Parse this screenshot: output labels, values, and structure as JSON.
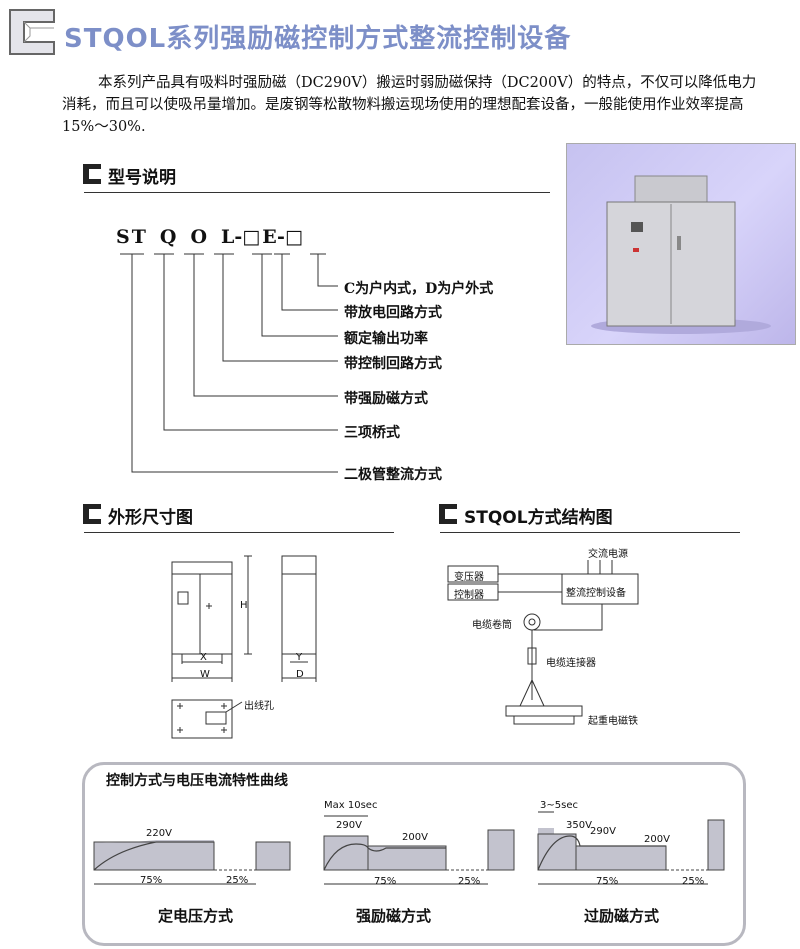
{
  "header": {
    "title": "STQOL系列强励磁控制方式整流控制设备"
  },
  "intro": {
    "text": "本系列产品具有吸料时强励磁（DC290V）搬运时弱励磁保持（DC200V）的特点，不仅可以降低电力消耗，而且可以使吸吊量增加。是废钢等松散物料搬运现场使用的理想配套设备，一般能使用作业效率提高15%～30%."
  },
  "model": {
    "title": "型号说明",
    "code": [
      "S",
      "T",
      "Q",
      "O",
      "L",
      "-",
      "□",
      "E",
      "-",
      "□"
    ],
    "labels": [
      "C为户内式，D为户外式",
      "带放电回路方式",
      "额定输出功率",
      "带控制回路方式",
      "带强励磁方式",
      "三项桥式",
      "二极管整流方式"
    ]
  },
  "dimensions": {
    "title": "外形尺寸图",
    "labels": {
      "H": "H",
      "X": "X",
      "W": "W",
      "Y": "Y",
      "D": "D",
      "hole": "出线孔"
    }
  },
  "structure": {
    "title": "STQOL方式结构图",
    "labels": {
      "ac_source": "交流电源",
      "transformer": "变压器",
      "controller": "控制器",
      "rectifier": "整流控制设备",
      "cable_drum": "电缆卷筒",
      "connector": "电缆连接器",
      "magnet": "起重电磁铁"
    }
  },
  "curves": {
    "title": "控制方式与电压电流特性曲线",
    "modes": [
      {
        "name": "定电压方式",
        "v1": "220V",
        "p1": "75%",
        "p2": "25%"
      },
      {
        "name": "强励磁方式",
        "top": "Max 10sec",
        "v1": "290V",
        "v2": "200V",
        "p1": "75%",
        "p2": "25%"
      },
      {
        "name": "过励磁方式",
        "top": "3~5sec",
        "v0": "350V",
        "v1": "290V",
        "v2": "200V",
        "p1": "75%",
        "p2": "25%"
      }
    ]
  },
  "colors": {
    "title_blue": "#7d8fc8",
    "curve_fill": "#c3c3ce",
    "photo_bg": "#cfcaf5"
  }
}
